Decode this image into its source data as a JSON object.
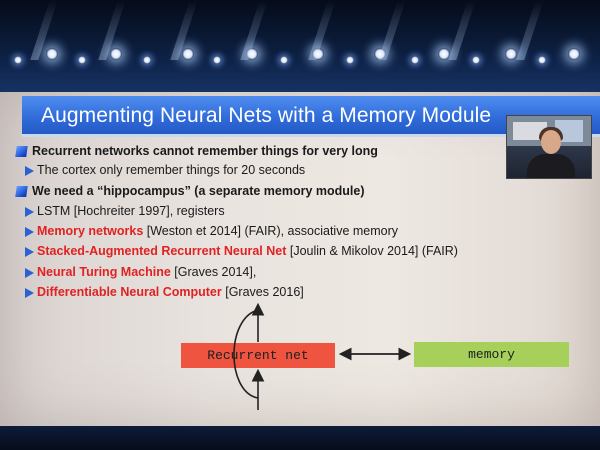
{
  "slide": {
    "title": "Augmenting Neural Nets with a Memory Module",
    "bullets": [
      {
        "level": 1,
        "text": "Recurrent networks cannot remember things for very long"
      },
      {
        "level": 2,
        "text": "The cortex only remember things for 20 seconds"
      },
      {
        "level": 1,
        "text": "We need a “hippocampus” (a separate memory module)"
      },
      {
        "level": 2,
        "text": "LSTM [Hochreiter 1997], registers"
      },
      {
        "level": 2,
        "highlight": "Memory networks",
        "text": " [Weston et 2014] (FAIR), associative memory"
      },
      {
        "level": 2,
        "highlight": "Stacked-Augmented Recurrent Neural Net",
        "text": " [Joulin & Mikolov 2014] (FAIR)"
      },
      {
        "level": 2,
        "highlight": "Neural Turing Machine",
        "text": " [Graves 2014],"
      },
      {
        "level": 2,
        "highlight": "Differentiable Neural Computer",
        "text": " [Graves 2016]"
      }
    ],
    "diagram": {
      "rnn_label": "Recurrent net",
      "memory_label": "memory"
    }
  },
  "colors": {
    "title_bar": "#2f6ad9",
    "highlight_text": "#e02222",
    "rnn_box": "#ee5440",
    "memory_box": "#a6d05a"
  }
}
